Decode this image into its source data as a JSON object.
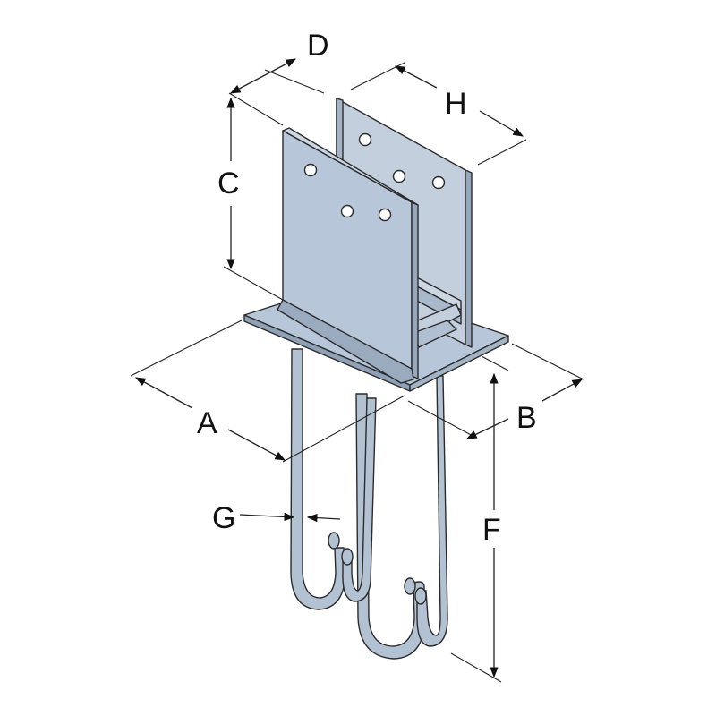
{
  "dimension_labels": {
    "A": "A",
    "B": "B",
    "C": "C",
    "D": "D",
    "F": "F",
    "G": "G",
    "H": "H"
  },
  "colors": {
    "steel": "#b7c6d8",
    "steel_dark": "#97a8bd",
    "steel_light": "#ccd7e4",
    "rod": "#b3c2d3",
    "outline": "#2b2b2b"
  }
}
